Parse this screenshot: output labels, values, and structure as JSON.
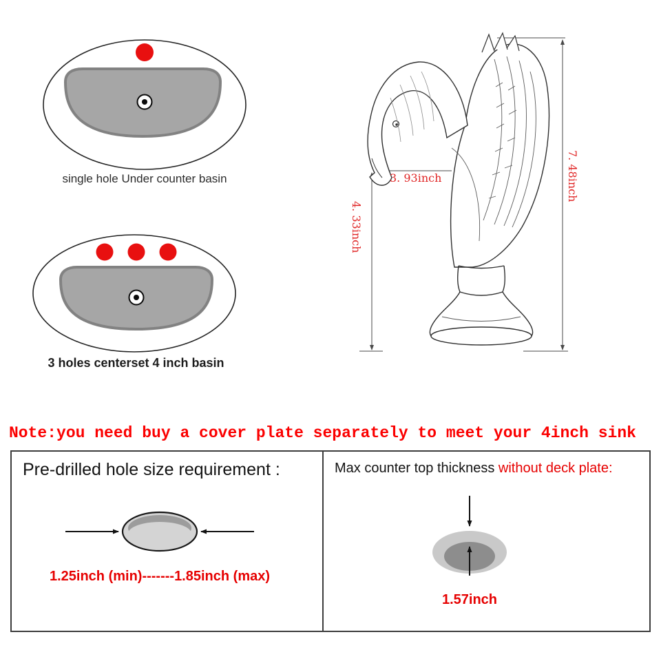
{
  "colors": {
    "marker_red": "#e81010",
    "dimension_red": "#e02525",
    "note_red": "#fb0000",
    "panel_red": "#e60000",
    "basin_fill_grey": "#a6a6a6",
    "hole_light_grey": "#d4d4d4",
    "hole_dark_grey": "#8d8d8d"
  },
  "basins": {
    "single": {
      "label": "single hole Under counter basin",
      "hole_count": 1
    },
    "three": {
      "label": "3 holes centerset 4 inch basin",
      "hole_count": 3
    }
  },
  "faucet_dims": {
    "spout_reach": "3. 93inch",
    "spout_height": "4. 33inch",
    "overall_height": "7. 48inch"
  },
  "note": "Note:you need buy a cover plate separately to meet your 4inch sink",
  "panels": {
    "hole_size": {
      "title": "Pre-drilled hole size requirement :",
      "range": "1.25inch (min)-------1.85inch (max)"
    },
    "thickness": {
      "title_main": "Max counter top thickness ",
      "title_highlight": "without deck plate:",
      "value": "1.57inch"
    }
  }
}
